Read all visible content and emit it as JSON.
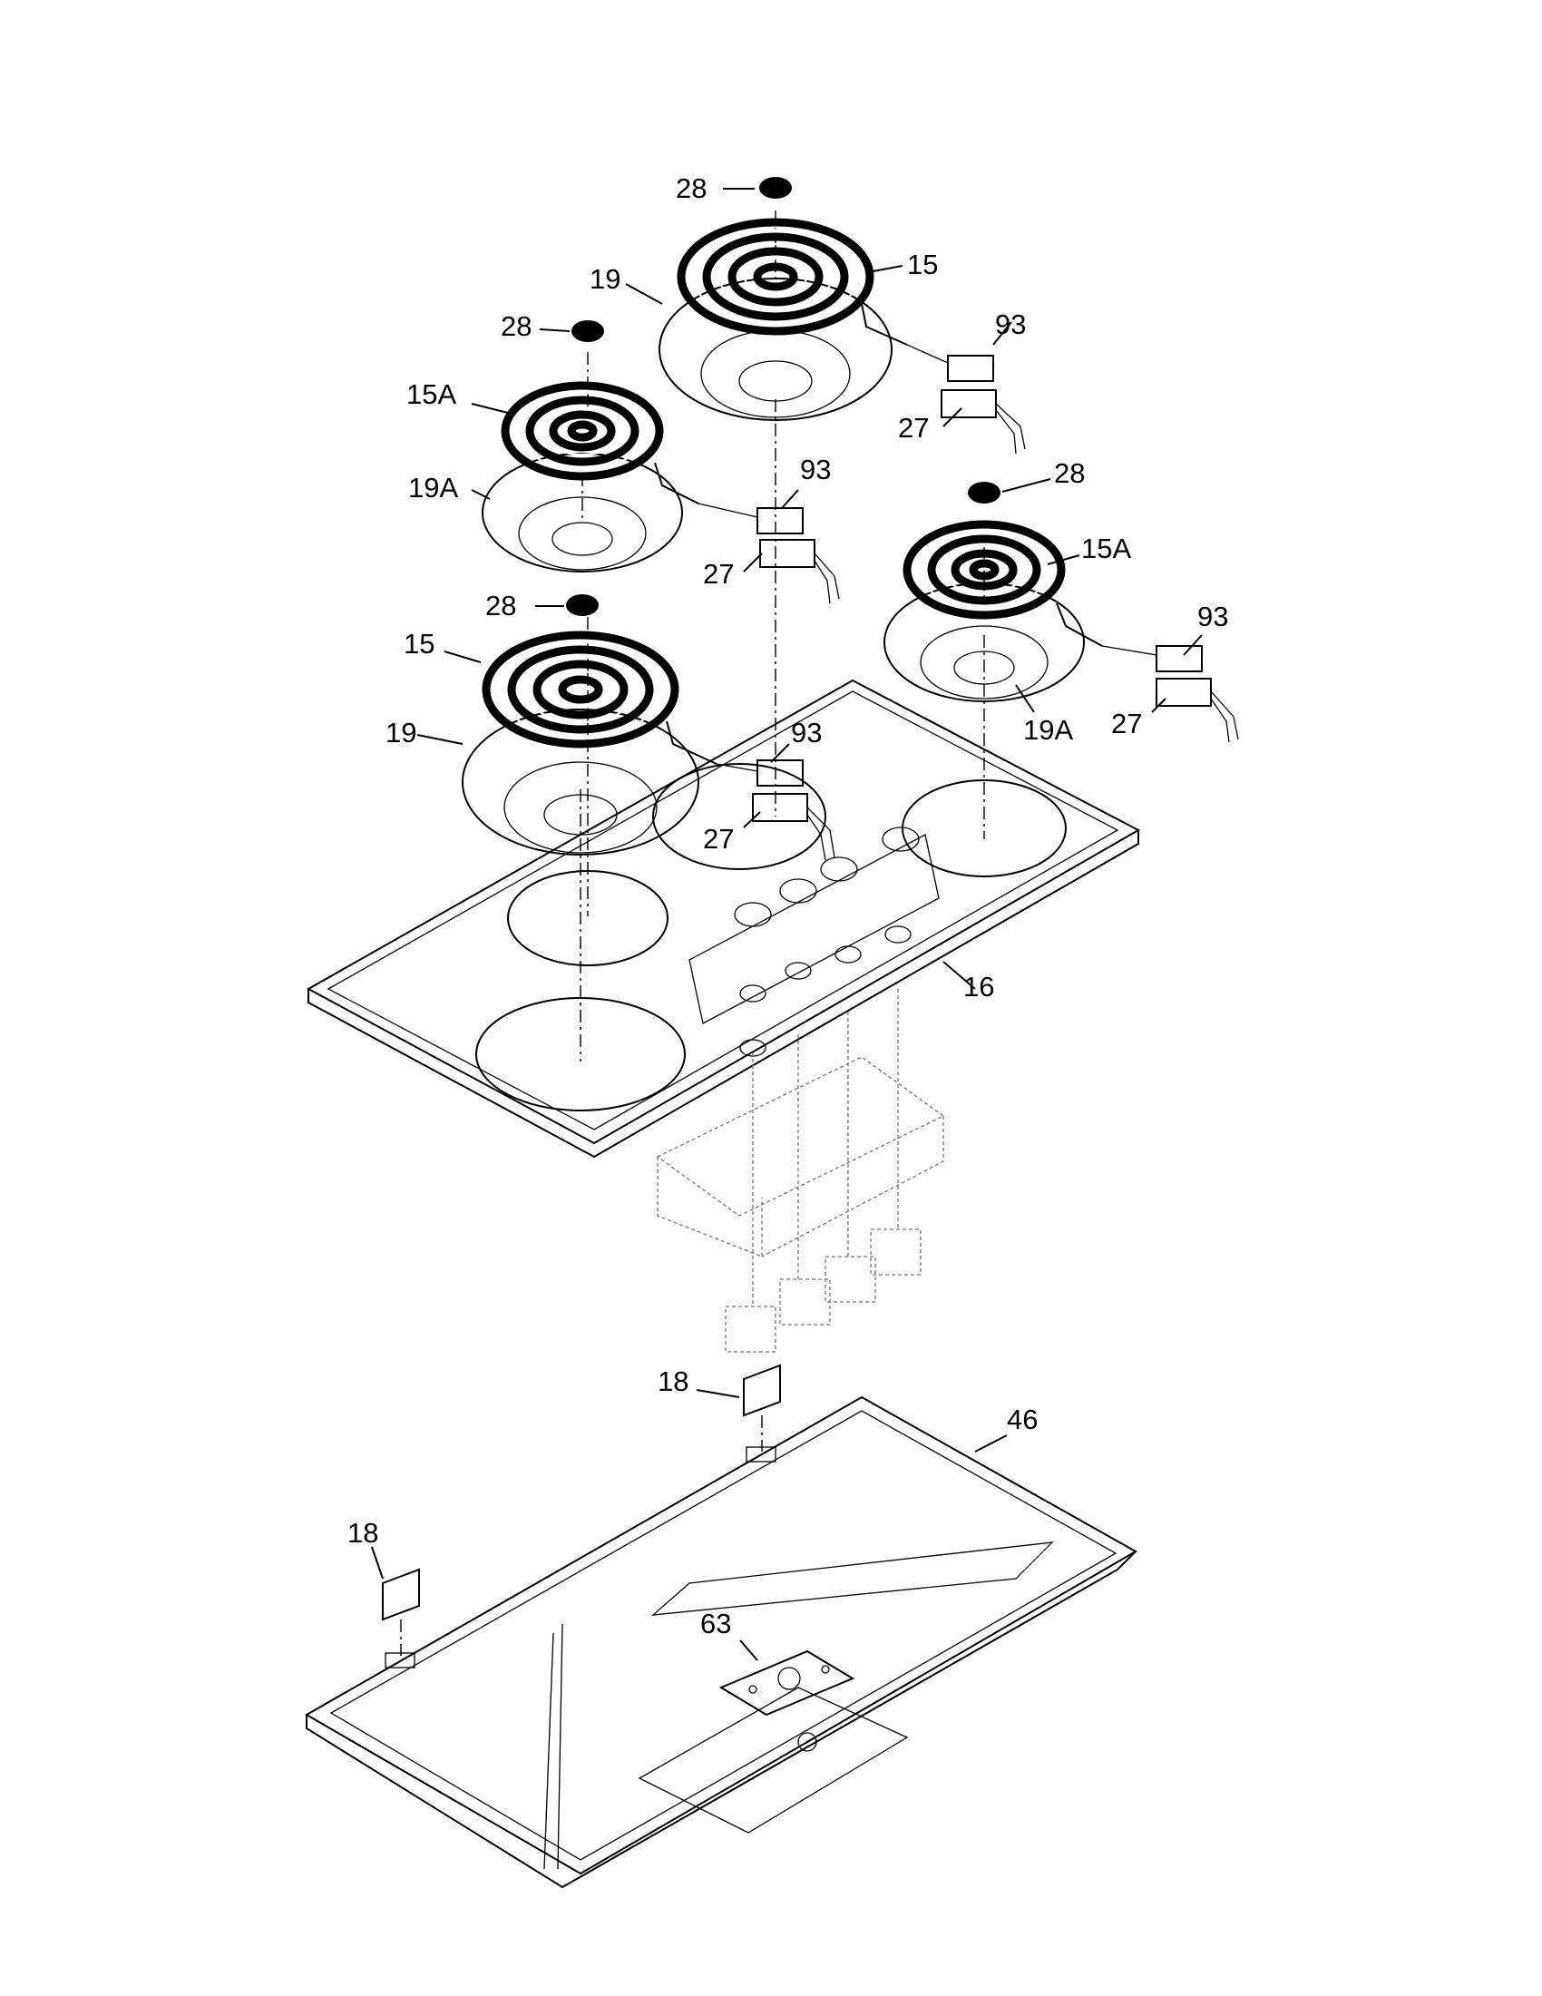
{
  "callouts": {
    "cap_top": "28",
    "cap_left_rear": "28",
    "cap_right": "28",
    "cap_left_front": "28",
    "element_rear_center": "15",
    "element_left_rear": "15A",
    "element_right": "15A",
    "element_left_front": "15",
    "pan_rear_center": "19",
    "pan_left_rear": "19A",
    "pan_right": "19A",
    "pan_left_front": "19",
    "receptacle_rear_center": "93",
    "receptacle_left_rear": "93",
    "receptacle_right": "93",
    "receptacle_left_front": "93",
    "block_rear_center": "27",
    "block_left_rear": "27",
    "block_right": "27",
    "block_left_front": "27",
    "cooktop_top": "16",
    "hinge_rear": "18",
    "hinge_front": "18",
    "burner_box": "46",
    "bracket": "63"
  }
}
